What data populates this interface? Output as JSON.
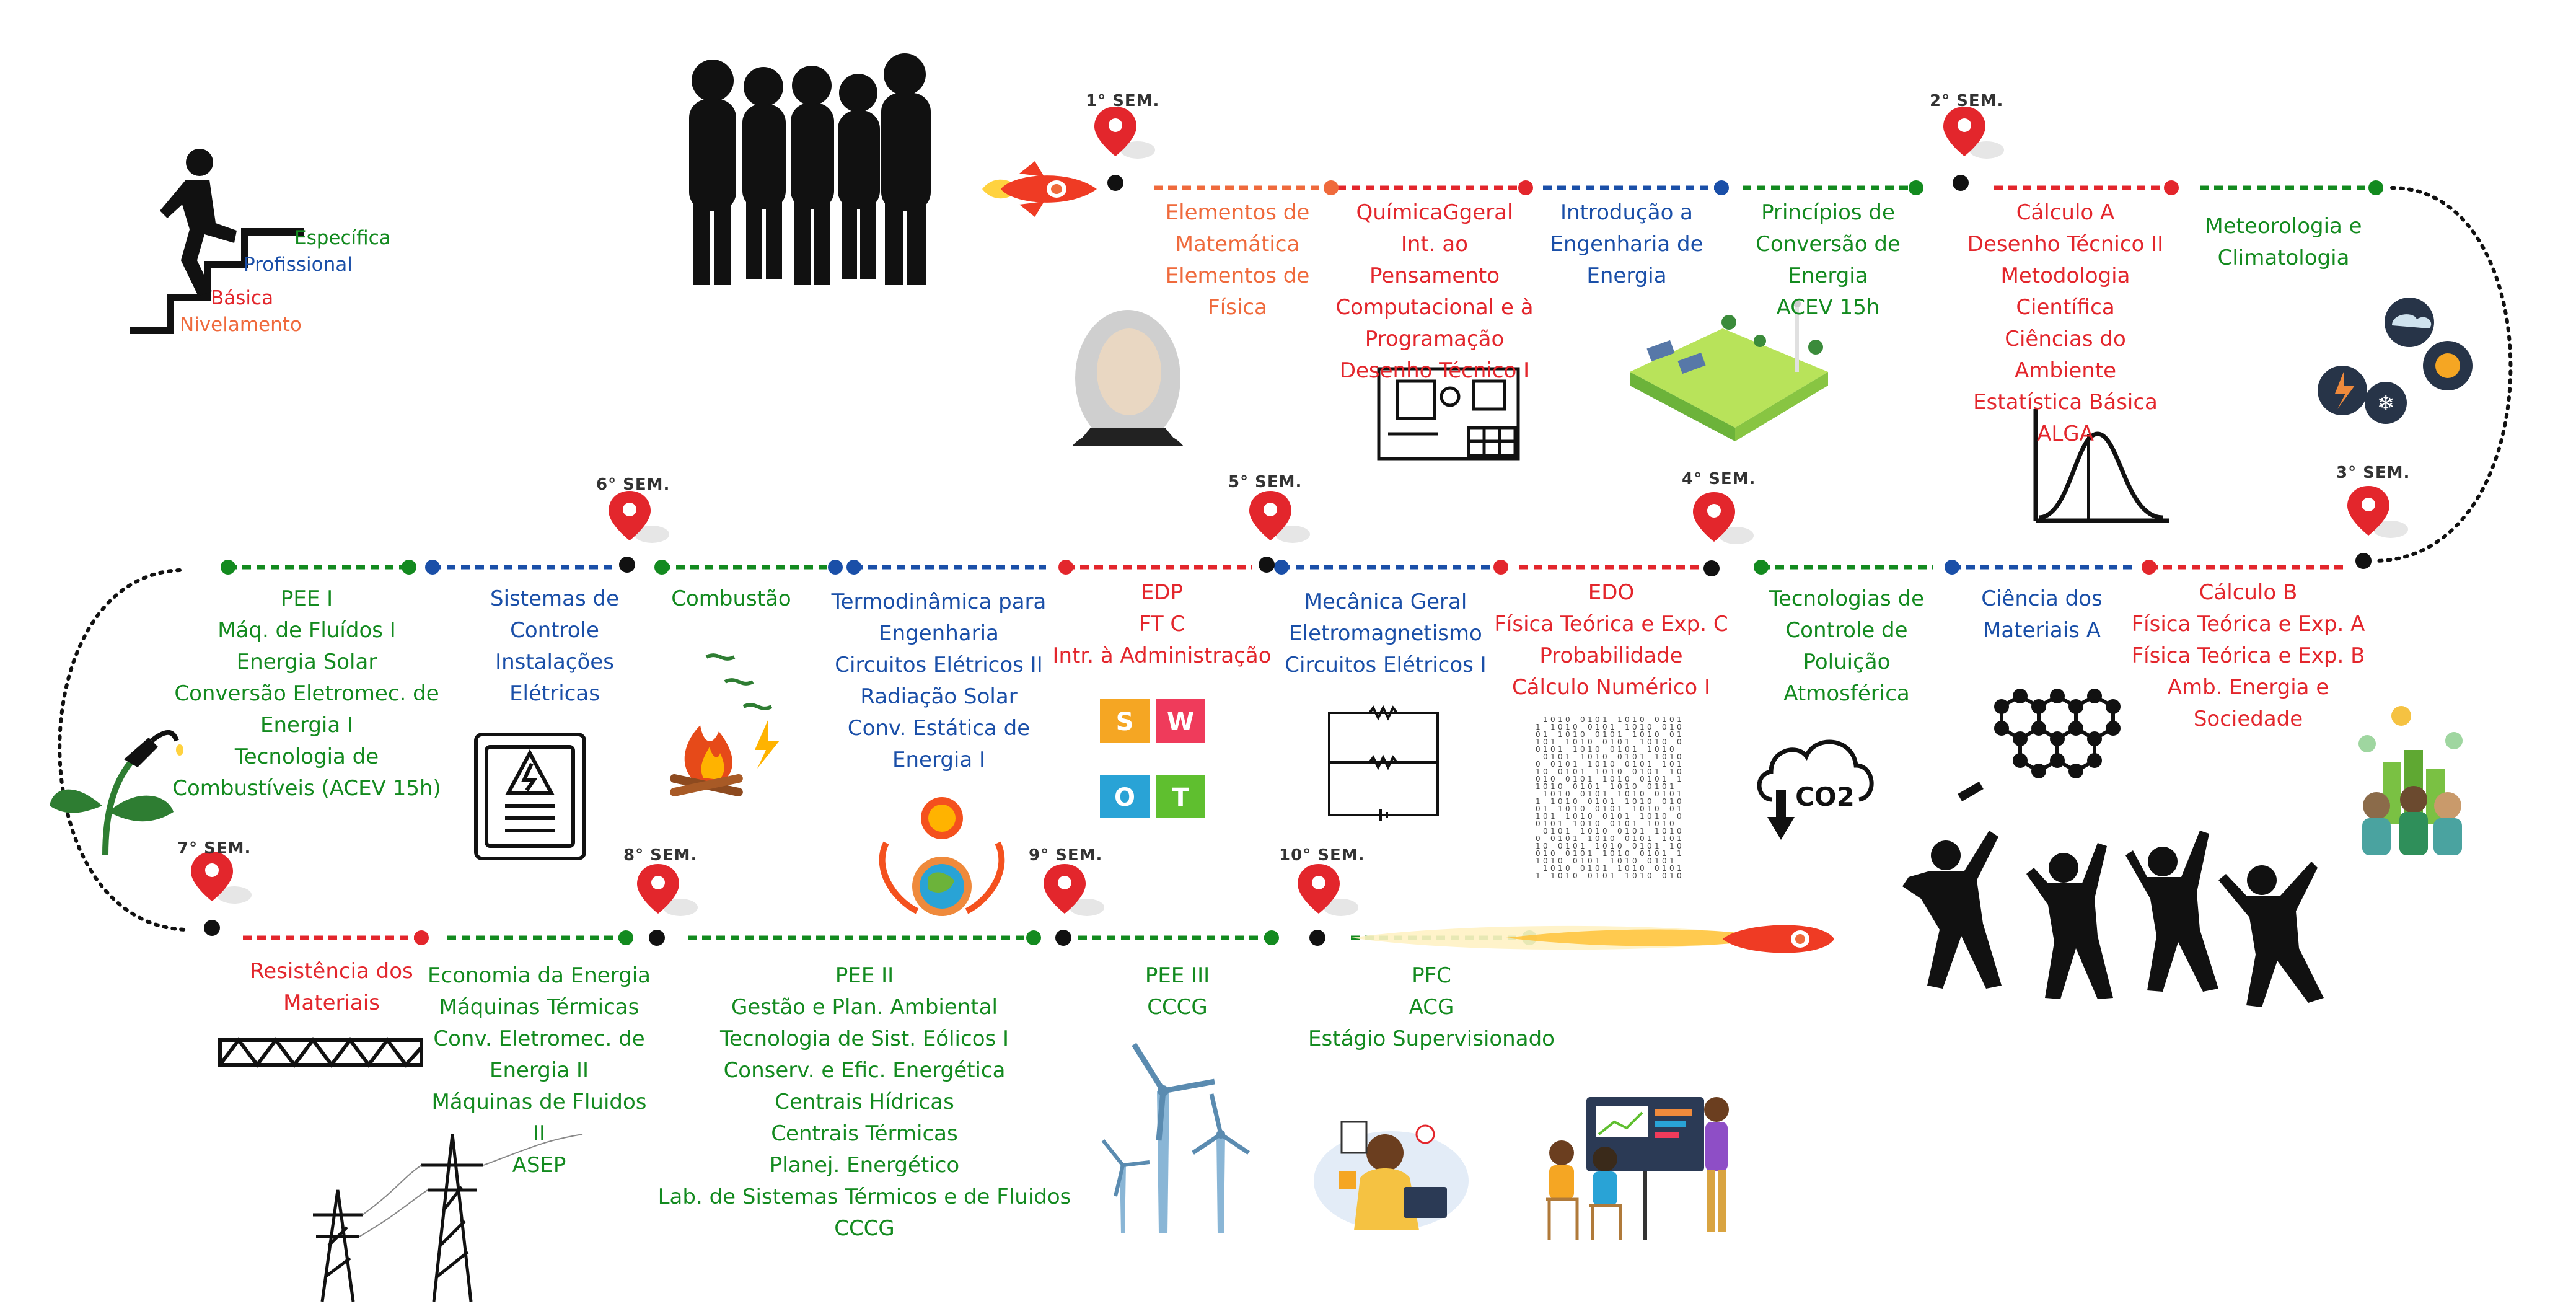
{
  "colors": {
    "red": "#e3262c",
    "orange": "#ef6a3c",
    "blue": "#1a4fa8",
    "green": "#138a1f",
    "dark": "#111111"
  },
  "legend": {
    "levels": [
      "Específica",
      "Profissional",
      "Básica",
      "Nivelamento"
    ]
  },
  "semesters": [
    "1° SEM.",
    "2° SEM.",
    "3° SEM.",
    "4° SEM.",
    "5° SEM.",
    "6° SEM.",
    "7° SEM.",
    "8° SEM.",
    "9° SEM.",
    "10° SEM."
  ],
  "subjects": {
    "s1_mat_fis": "Elementos de\nMatemática\nElementos de\nFísica",
    "s1_quimica": "QuímicaGgeral\nInt. ao Pensamento\nComputacional e à\nProgramação\nDesenho Técnico I",
    "s1_intro": "Introdução a\nEngenharia de\nEnergia",
    "s1_principios": "Princípios de\nConversão de\nEnergia\nACEV 15h",
    "s2_calculo": "Cálculo A\nDesenho Técnico II\nMetodologia Científica\nCiências do Ambiente\nEstatística Básica\nALGA",
    "s2_meteo": "Meteorologia e\nClimatologia",
    "s3_calculo": "Cálculo B\nFísica Teórica e Exp. A\nFísica Teórica e Exp. B\nAmb. Energia e\nSociedade",
    "s3_materiais": "Ciência dos\nMateriais A",
    "s4_tecnologias": "Tecnologias de\nControle de\nPoluição\nAtmosférica",
    "s4_edo": "EDO\nFísica Teórica e Exp. C\nProbabilidade\nCálculo Numérico I",
    "s5_mecanica": "Mecânica Geral\nEletromagnetismo\nCircuitos Elétricos I",
    "s5_edp": "EDP\nFT C\nIntr. à Administração",
    "s6_termo": "Termodinâmica para\nEngenharia\nCircuitos Elétricos II\nRadiação Solar\nConv. Estática de\nEnergia I",
    "s6_combustao": "Combustão",
    "s6_sistemas": "Sistemas de\nControle\nInstalações\nElétricas",
    "s6_pee": "PEE I\nMáq. de Fluídos I\nEnergia Solar\nConversão Eletromec. de\nEnergia I\nTecnologia de\nCombustíveis (ACEV 15h)",
    "s7_resistencia": "Resistência dos\nMateriais",
    "s8_economia": "Economia da Energia\nMáquinas Térmicas\nConv. Eletromec. de\nEnergia II\nMáquinas de Fluidos II\nASEP",
    "s9_pee2": "PEE II\nGestão e Plan. Ambiental\nTecnologia de Sist. Eólicos I\nConserv. e Efic. Energética\nCentrais Hídricas\nCentrais Térmicas\nPlanej. Energético\nLab. de Sistemas Térmicos e de Fluidos\nCCCG",
    "s9_pee3": "PEE III\nCCCG",
    "s10_pfc": "PFC\nACG\nEstágio Supervisionado"
  },
  "icons": {
    "swot": [
      "S",
      "W",
      "O",
      "T"
    ],
    "co2": "CO2"
  }
}
